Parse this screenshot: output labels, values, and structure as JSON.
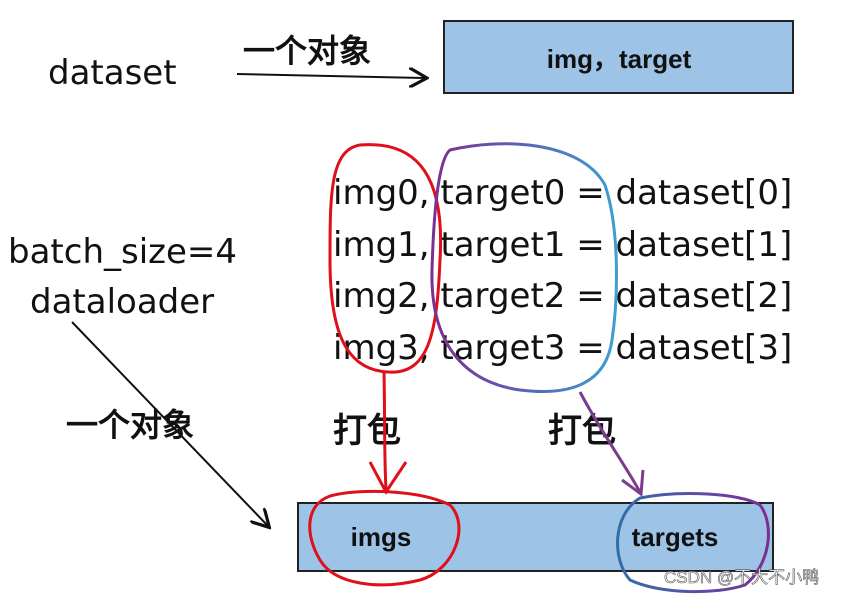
{
  "top": {
    "source_label": "dataset",
    "arrow_caption": "一个对象",
    "box_text": "img，target"
  },
  "middle": {
    "lines": [
      "img0, target0 = dataset[0]",
      "img1, target1 = dataset[1]",
      "img2, target2 = dataset[2]",
      "img3, target3 = dataset[3]"
    ],
    "pack_left": "打包",
    "pack_right": "打包"
  },
  "left": {
    "batch_label": "batch_size=4",
    "loader_label": "dataloader",
    "caption": "一个对象"
  },
  "bottom": {
    "imgs_label": "imgs",
    "targets_label": "targets"
  },
  "watermark": "CSDN @不大不小鸭",
  "colors": {
    "box_fill": "#9dc3e6",
    "red_loop": "#e0101a",
    "purple_arrow": "#7a3c8c"
  }
}
